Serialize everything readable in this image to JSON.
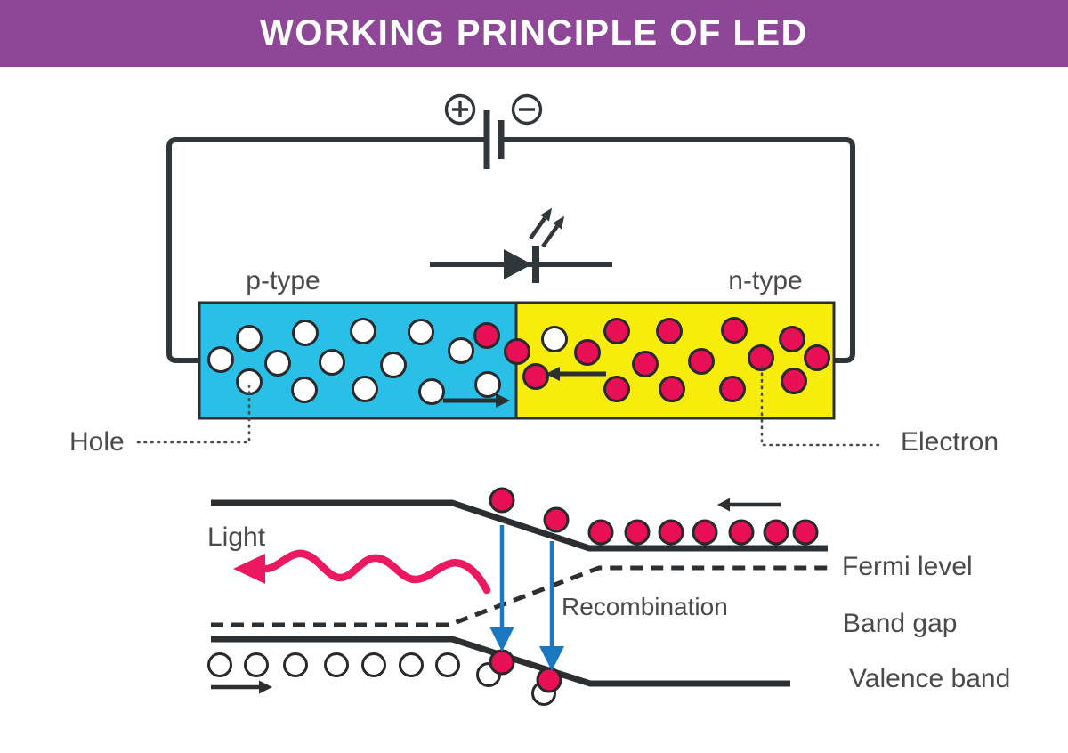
{
  "header": {
    "title": "WORKING PRINCIPLE OF LED"
  },
  "junction_diagram": {
    "p_type_label": "p-type",
    "n_type_label": "n-type",
    "hole_label": "Hole",
    "electron_label": "Electron"
  },
  "band_diagram": {
    "light_label": "Light",
    "recombination_label": "Recombination",
    "fermi_level_label": "Fermi level",
    "band_gap_label": "Band gap",
    "valence_band_label": "Valence band"
  },
  "icons": {
    "battery_positive": "circled-plus",
    "battery_negative": "circled-minus",
    "led_symbol": "diode-triangle-with-emission-arrows"
  },
  "colors": {
    "banner_purple": "#8e4697",
    "p_type_cyan": "#29bfe7",
    "n_type_yellow": "#f7ec0a",
    "electron_red": "#e90f55",
    "hole_white": "#ffffff",
    "light_wave_red": "#ec1860",
    "recombination_blue": "#1a78c2",
    "line_dark": "#30373b",
    "label_gray": "#4a4a4a"
  }
}
